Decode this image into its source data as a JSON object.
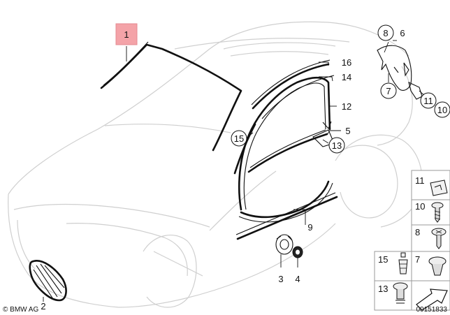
{
  "callouts": {
    "c1": "1",
    "c2": "2",
    "c3": "3",
    "c4": "4",
    "c5": "5",
    "c6": "6",
    "c7": "7",
    "c8": "8",
    "c9": "9",
    "c10": "10",
    "c11": "11",
    "c12": "12",
    "c13": "13",
    "c14": "14",
    "c15": "15",
    "c16": "16"
  },
  "legend": {
    "p11": "11",
    "p10": "10",
    "p8": "8",
    "p15": "15",
    "p7": "7",
    "p13": "13"
  },
  "footer": {
    "copyright": "© BMW AG",
    "doc_number": "00151833"
  },
  "colors": {
    "highlight": "#f4a3a8",
    "car_outline": "#cfcfcf",
    "ink": "#111111"
  }
}
